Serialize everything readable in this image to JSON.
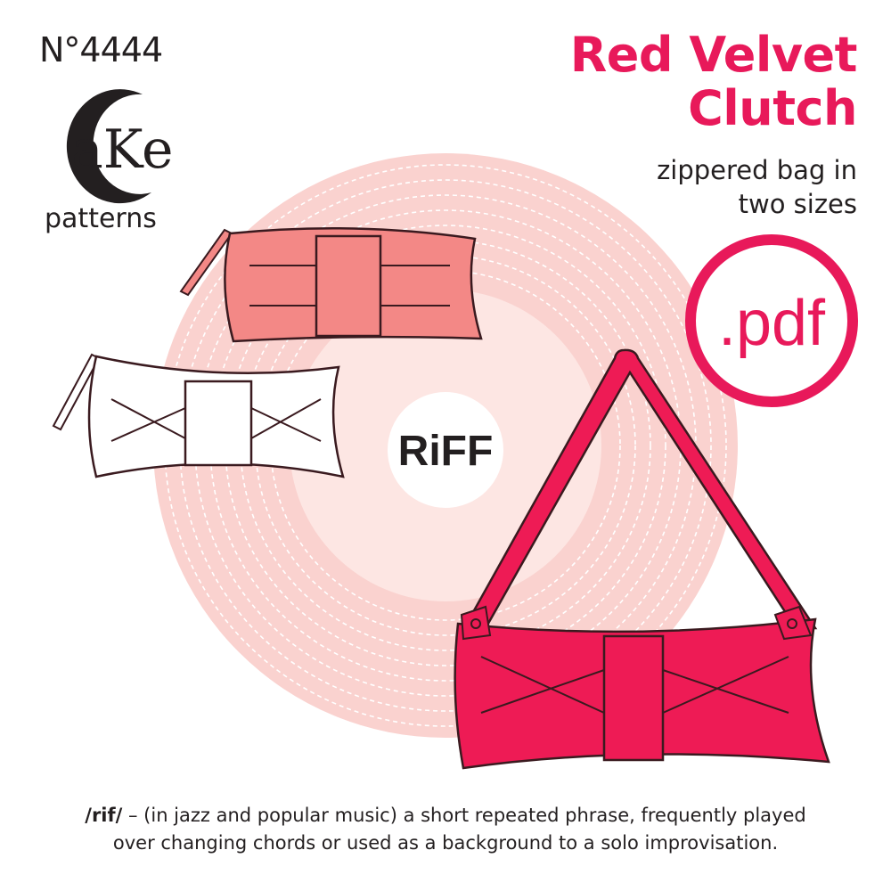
{
  "brand": {
    "pattern_number": "N°4444",
    "logo_text": "aKe",
    "logo_sub": "patterns"
  },
  "product": {
    "title_line1": "Red Velvet",
    "title_line2": "Clutch",
    "subtitle_line1": "zippered bag in",
    "subtitle_line2": "two sizes",
    "format_badge": ".pdf",
    "collection_badge": "RiFF"
  },
  "definition": {
    "term": "/rif/",
    "line1": " – (in jazz and popular music) a short repeated phrase, frequently played",
    "line2": "over changing chords or used as a background to a solo improvisation."
  },
  "colors": {
    "brand_red": "#e8195a",
    "bag_red": "#ee1b55",
    "bag_salmon": "#f38886",
    "disc_pink": "#fad2cf",
    "outline": "#3a1a1f"
  },
  "icons": [
    "cake-logo-c-icon",
    "record-disc-icon",
    "zipper-pull-icon",
    "handle-ring-icon"
  ]
}
